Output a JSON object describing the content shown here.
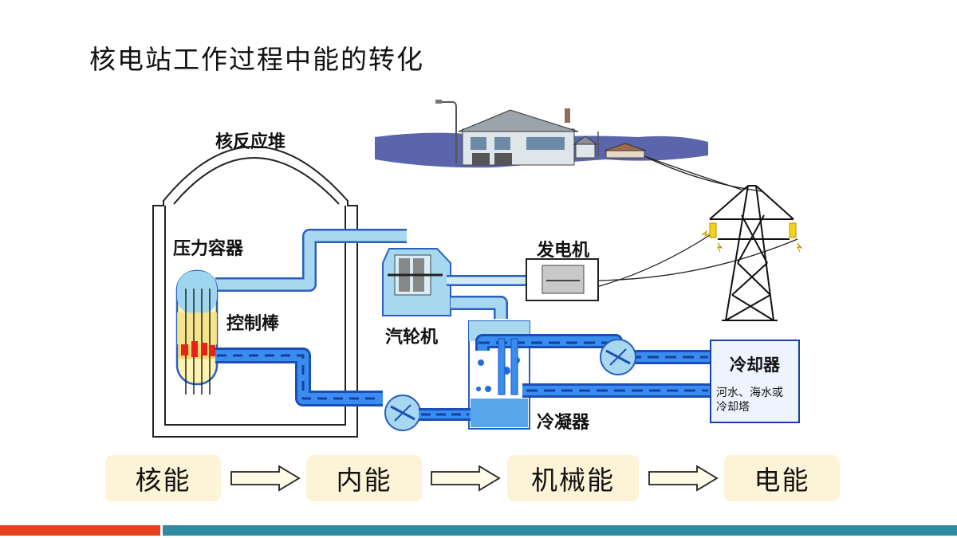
{
  "slide": {
    "title": "核电站工作过程中能的转化"
  },
  "diagram": {
    "labels": {
      "reactor": "核反应堆",
      "pressure_vessel": "压力容器",
      "control_rod": "控制棒",
      "turbine": "汽轮机",
      "generator": "发电机",
      "condenser": "冷凝器",
      "cooler": "冷却器",
      "cooler_sub_1": "河水、海水或",
      "cooler_sub_2": "冷却塔"
    }
  },
  "energy_flow": {
    "steps": [
      "核能",
      "内能",
      "机械能",
      "电能"
    ]
  },
  "colors": {
    "pipe_outline": "#2a5fbf",
    "pipe_fill": "#a8d8f0",
    "water_dark": "#1f6fe0",
    "dash": "#1a4fb8",
    "flow_box": "#fdf3d6",
    "arrow_fill": "#fffbe6",
    "arrow_stroke": "#222222",
    "bar_red": "#e8401c",
    "bar_teal": "#2f8ba3"
  }
}
